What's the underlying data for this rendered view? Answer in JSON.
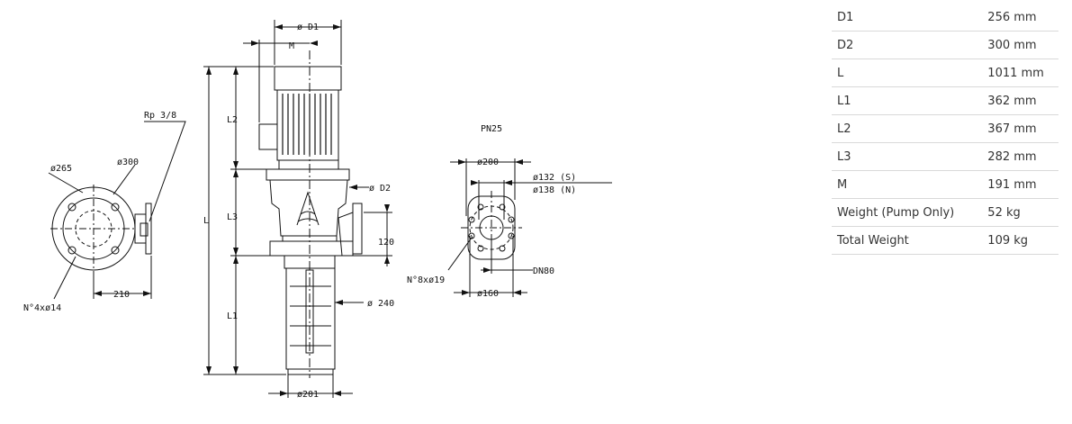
{
  "specs": [
    {
      "label": "D1",
      "value": "256 mm"
    },
    {
      "label": "D2",
      "value": "300 mm"
    },
    {
      "label": "L",
      "value": "1011 mm"
    },
    {
      "label": "L1",
      "value": "362 mm"
    },
    {
      "label": "L2",
      "value": "367 mm"
    },
    {
      "label": "L3",
      "value": "282 mm"
    },
    {
      "label": "M",
      "value": "191 mm"
    },
    {
      "label": "Weight (Pump Only)",
      "value": "52 kg"
    },
    {
      "label": "Total Weight",
      "value": "109 kg"
    }
  ],
  "drawing": {
    "front": {
      "L": "L",
      "L1": "L1",
      "L2": "L2",
      "L3": "L3",
      "D1": "ø D1",
      "M": "M",
      "D2": "ø D2",
      "h120": "120",
      "d240": "ø 240",
      "d201": "ø201"
    },
    "left": {
      "rp": "Rp 3/8",
      "d265": "ø265",
      "d300": "ø300",
      "holes": "N°4xø14",
      "w210": "210"
    },
    "flange": {
      "pn": "PN25",
      "d200": "ø200",
      "d132": "ø132 (S)",
      "d138": "ø138 (N)",
      "holes": "N°8xø19",
      "dn": "DN80",
      "d160": "ø160"
    }
  }
}
